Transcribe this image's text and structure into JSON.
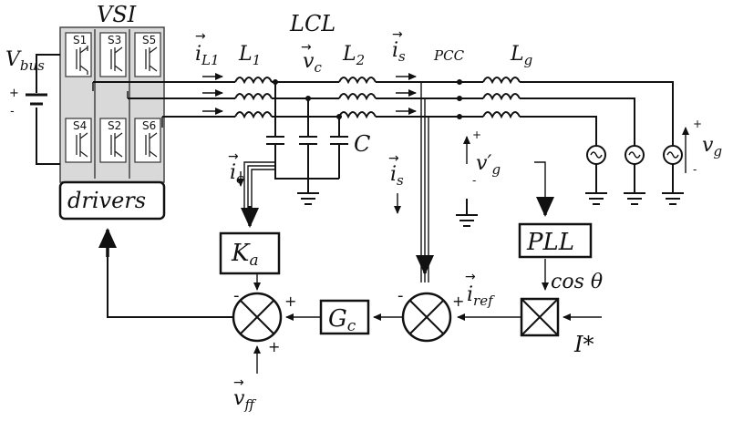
{
  "labels": {
    "vsi": "VSI",
    "lcl": "LCL",
    "vbus": "V",
    "vbus_sub": "bus",
    "sw": [
      "S1",
      "S3",
      "S5",
      "S4",
      "S2",
      "S6"
    ],
    "il1": "i",
    "il1_sub": "L1",
    "l1": "L",
    "l1_sub": "1",
    "vc": "v",
    "vc_sub": "c",
    "l2": "L",
    "l2_sub": "2",
    "is_top": "i",
    "is_top_sub": "s",
    "pcc": "PCC",
    "lg": "L",
    "lg_sub": "g",
    "cap": "C",
    "ic": "i",
    "ic_sub": "c",
    "is_mid": "i",
    "is_mid_sub": "s",
    "vg_prime": "v′",
    "vg_prime_sub": "g",
    "vg": "v",
    "vg_sub": "g",
    "drivers": "drivers",
    "ka": "K",
    "ka_sub": "a",
    "gc": "G",
    "gc_sub": "c",
    "pll": "PLL",
    "cos": "cos θ",
    "iref": "i",
    "iref_sub": "ref",
    "istar": "I*",
    "vff": "v",
    "vff_sub": "ff",
    "plus": "+",
    "minus": "-"
  }
}
